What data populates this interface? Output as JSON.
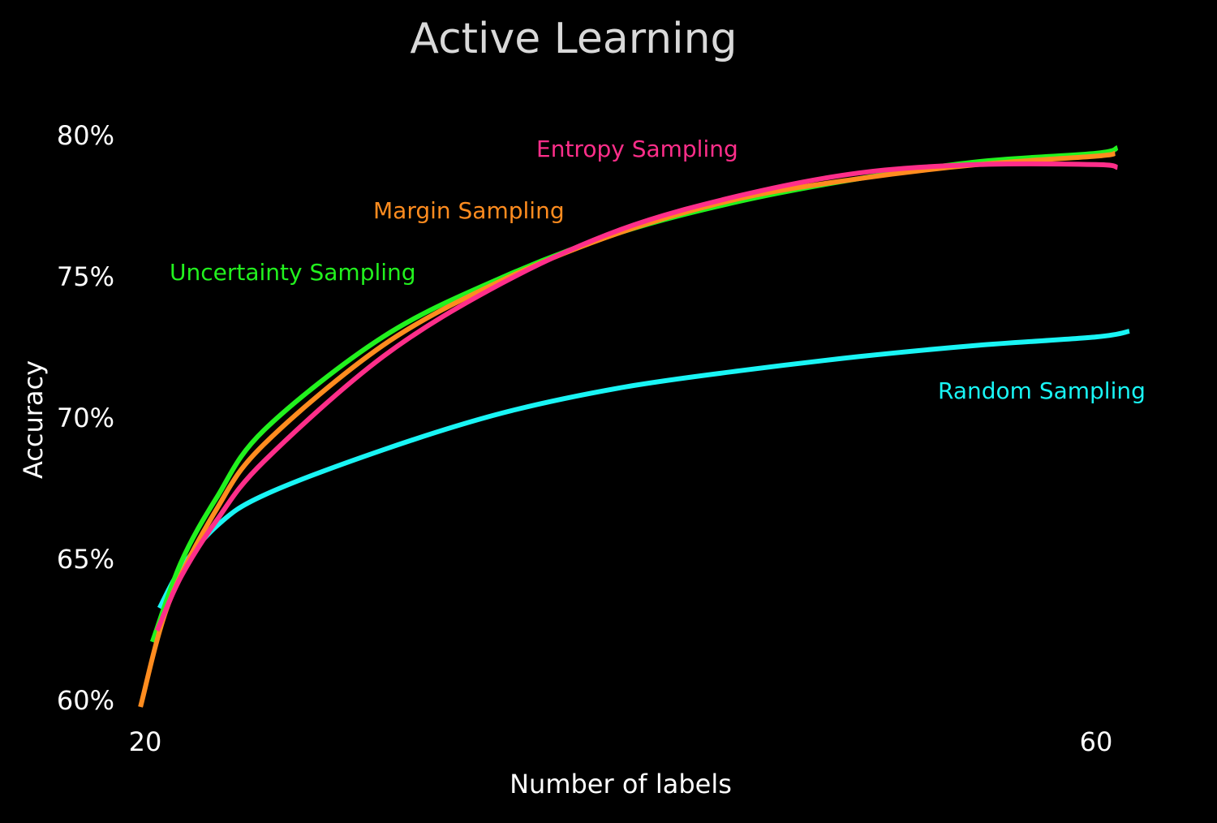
{
  "chart_data": {
    "type": "line",
    "title": "Active Learning",
    "xlabel": "Number of labels",
    "ylabel": "Accuracy",
    "xlim": [
      20,
      60
    ],
    "ylim": [
      60,
      80
    ],
    "x_ticks": [
      "20",
      "60"
    ],
    "y_ticks": [
      "60%",
      "65%",
      "70%",
      "75%",
      "80%"
    ],
    "grid": false,
    "legend": "inline labels",
    "series": [
      {
        "name": "Random Sampling",
        "color": "#19f5f5",
        "x": [
          20.6,
          21.5,
          23,
          25,
          30,
          35,
          40,
          45,
          50,
          55,
          60,
          61.4
        ],
        "y": [
          63.3,
          64.7,
          66.2,
          67.3,
          68.9,
          70.2,
          71.1,
          71.7,
          72.2,
          72.6,
          72.9,
          73.1
        ]
      },
      {
        "name": "Uncertainty Sampling",
        "color": "#22f21e",
        "x": [
          20.3,
          21.5,
          23,
          25,
          30,
          35,
          40,
          45,
          50,
          55,
          60,
          60.9
        ],
        "y": [
          62.1,
          64.9,
          67.2,
          69.6,
          72.9,
          75.0,
          76.6,
          77.7,
          78.5,
          79.1,
          79.4,
          79.6
        ]
      },
      {
        "name": "Margin Sampling",
        "color": "#ff8c1f",
        "x": [
          19.8,
          21,
          23,
          25,
          30,
          35,
          40,
          45,
          50,
          55,
          60,
          60.8
        ],
        "y": [
          59.8,
          63.5,
          66.8,
          69.1,
          72.6,
          74.9,
          76.6,
          77.8,
          78.5,
          79.0,
          79.3,
          79.4
        ]
      },
      {
        "name": "Entropy Sampling",
        "color": "#ff2e8a",
        "x": [
          20.5,
          21.5,
          23,
          25,
          30,
          35,
          40,
          45,
          50,
          55,
          60,
          60.9
        ],
        "y": [
          62.5,
          64.4,
          66.4,
          68.5,
          72.2,
          74.8,
          76.7,
          77.9,
          78.7,
          79.0,
          79.0,
          78.9
        ]
      }
    ]
  }
}
